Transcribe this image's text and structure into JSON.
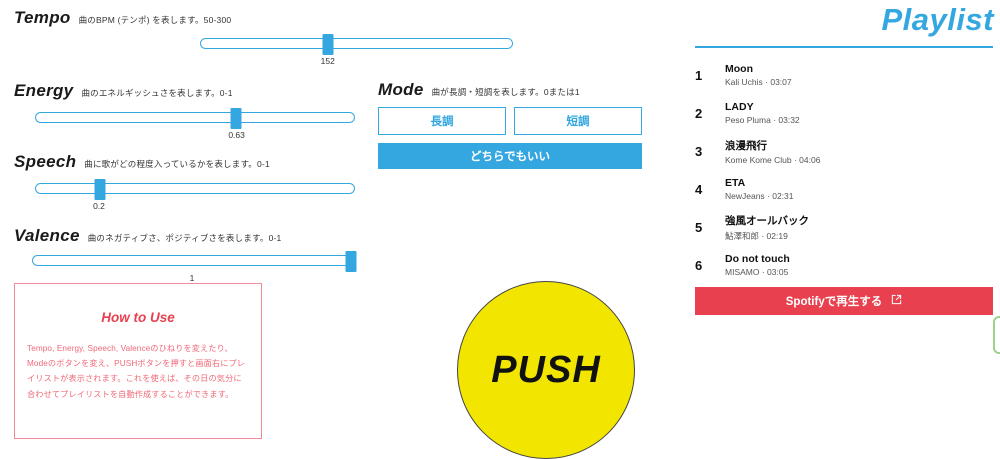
{
  "features": [
    {
      "key": "tempo",
      "title": "Tempo",
      "description": "曲のBPM (テンポ) を表します。50-300",
      "value": "152",
      "min": 50,
      "max": 300,
      "percent": 40.8
    },
    {
      "key": "energy",
      "title": "Energy",
      "description": "曲のエネルギッシュさを表します。0-1",
      "value": "0.63",
      "min": 0,
      "max": 1,
      "percent": 63
    },
    {
      "key": "speech",
      "title": "Speech",
      "description": "曲に歌がどの程度入っているかを表します。0-1",
      "value": "0.2",
      "min": 0,
      "max": 1,
      "percent": 20
    },
    {
      "key": "valence",
      "title": "Valence",
      "description": "曲のネガティブさ、ポジティブさを表します。0-1",
      "value": "1",
      "min": 0,
      "max": 1,
      "percent": 100
    }
  ],
  "mode": {
    "title": "Mode",
    "description": "曲が長調・短調を表します。0または1",
    "major_label": "長調",
    "minor_label": "短調",
    "either_label": "どちらでもいい",
    "selected": "either"
  },
  "howto": {
    "title": "How to Use",
    "body": "Tempo, Energy, Speech, Valenceのひねりを変えたり、Modeのボタンを変え、PUSHボタンを押すと画面右にプレイリストが表示されます。これを使えば、その日の気分に合わせてプレイリストを自動作成することができます。"
  },
  "push": {
    "label": "PUSH"
  },
  "playlist": {
    "title": "Playlist",
    "tracks": [
      {
        "index": "1",
        "name": "Moon",
        "meta": "Kali Uchis · 03:07"
      },
      {
        "index": "2",
        "name": "LADY",
        "meta": "Peso Pluma · 03:32"
      },
      {
        "index": "3",
        "name": "浪漫飛行",
        "meta": "Kome Kome Club · 04:06"
      },
      {
        "index": "4",
        "name": "ETA",
        "meta": "NewJeans · 02:31"
      },
      {
        "index": "5",
        "name": "強風オールバック",
        "meta": "鮎澤和郎 · 02:19"
      },
      {
        "index": "6",
        "name": "Do not touch",
        "meta": "MISAMO · 03:05"
      }
    ],
    "spotify_button_label": "Spotifyで再生する"
  },
  "colors": {
    "accent_blue": "#35a7e0",
    "spotify_red": "#e8404f",
    "push_yellow": "#f2e500",
    "howto_border": "#f08a96",
    "green_edge": "#9ed18a"
  }
}
